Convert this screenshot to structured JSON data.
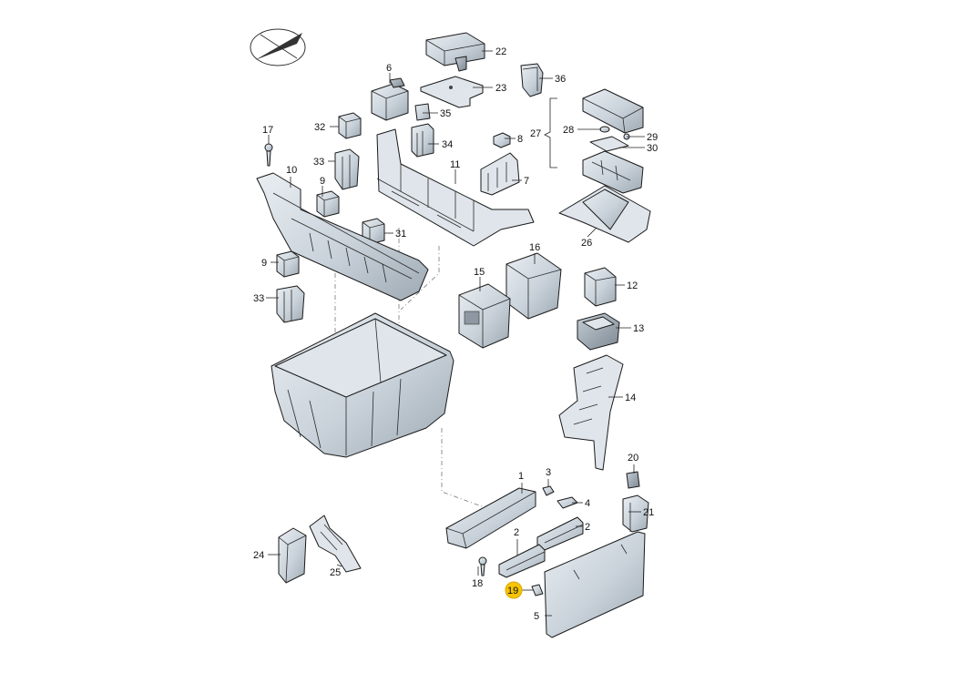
{
  "diagram": {
    "highlight_color": "#f6c400",
    "part_color": "#cfd7de",
    "labels": [
      {
        "id": "1",
        "text": "1"
      },
      {
        "id": "2a",
        "text": "2"
      },
      {
        "id": "2b",
        "text": "2"
      },
      {
        "id": "3",
        "text": "3"
      },
      {
        "id": "4",
        "text": "4"
      },
      {
        "id": "5",
        "text": "5"
      },
      {
        "id": "6",
        "text": "6"
      },
      {
        "id": "7",
        "text": "7"
      },
      {
        "id": "8",
        "text": "8"
      },
      {
        "id": "9a",
        "text": "9"
      },
      {
        "id": "9b",
        "text": "9"
      },
      {
        "id": "10",
        "text": "10"
      },
      {
        "id": "11",
        "text": "11"
      },
      {
        "id": "12",
        "text": "12"
      },
      {
        "id": "13",
        "text": "13"
      },
      {
        "id": "14",
        "text": "14"
      },
      {
        "id": "15",
        "text": "15"
      },
      {
        "id": "16",
        "text": "16"
      },
      {
        "id": "17",
        "text": "17"
      },
      {
        "id": "18",
        "text": "18"
      },
      {
        "id": "19",
        "text": "19",
        "highlighted": true
      },
      {
        "id": "20",
        "text": "20"
      },
      {
        "id": "21",
        "text": "21"
      },
      {
        "id": "22",
        "text": "22"
      },
      {
        "id": "23",
        "text": "23"
      },
      {
        "id": "24",
        "text": "24"
      },
      {
        "id": "25",
        "text": "25"
      },
      {
        "id": "26",
        "text": "26"
      },
      {
        "id": "27",
        "text": "27"
      },
      {
        "id": "28",
        "text": "28"
      },
      {
        "id": "29",
        "text": "29"
      },
      {
        "id": "30",
        "text": "30"
      },
      {
        "id": "31",
        "text": "31"
      },
      {
        "id": "32",
        "text": "32"
      },
      {
        "id": "33a",
        "text": "33"
      },
      {
        "id": "33b",
        "text": "33"
      },
      {
        "id": "34",
        "text": "34"
      },
      {
        "id": "35",
        "text": "35"
      },
      {
        "id": "36",
        "text": "36"
      }
    ]
  }
}
